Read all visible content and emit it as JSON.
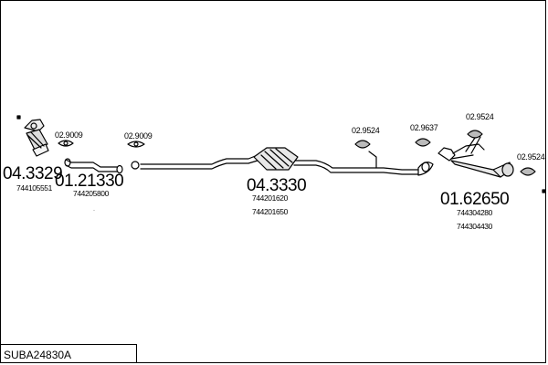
{
  "diagram": {
    "title": "SUBA24830A",
    "parts": [
      {
        "number": "04.3329",
        "refs": [
          "744105551"
        ]
      },
      {
        "number": "01.21330",
        "refs": [
          "744205800"
        ]
      },
      {
        "number": "04.3330",
        "refs": [
          "744201620",
          "744201650"
        ]
      },
      {
        "number": "01.62650",
        "refs": [
          "744304280",
          "744304430"
        ]
      }
    ],
    "fittings": [
      "02.9009",
      "02.9009",
      "02.9524",
      "02.9637",
      "02.9524",
      "02.9524"
    ]
  }
}
